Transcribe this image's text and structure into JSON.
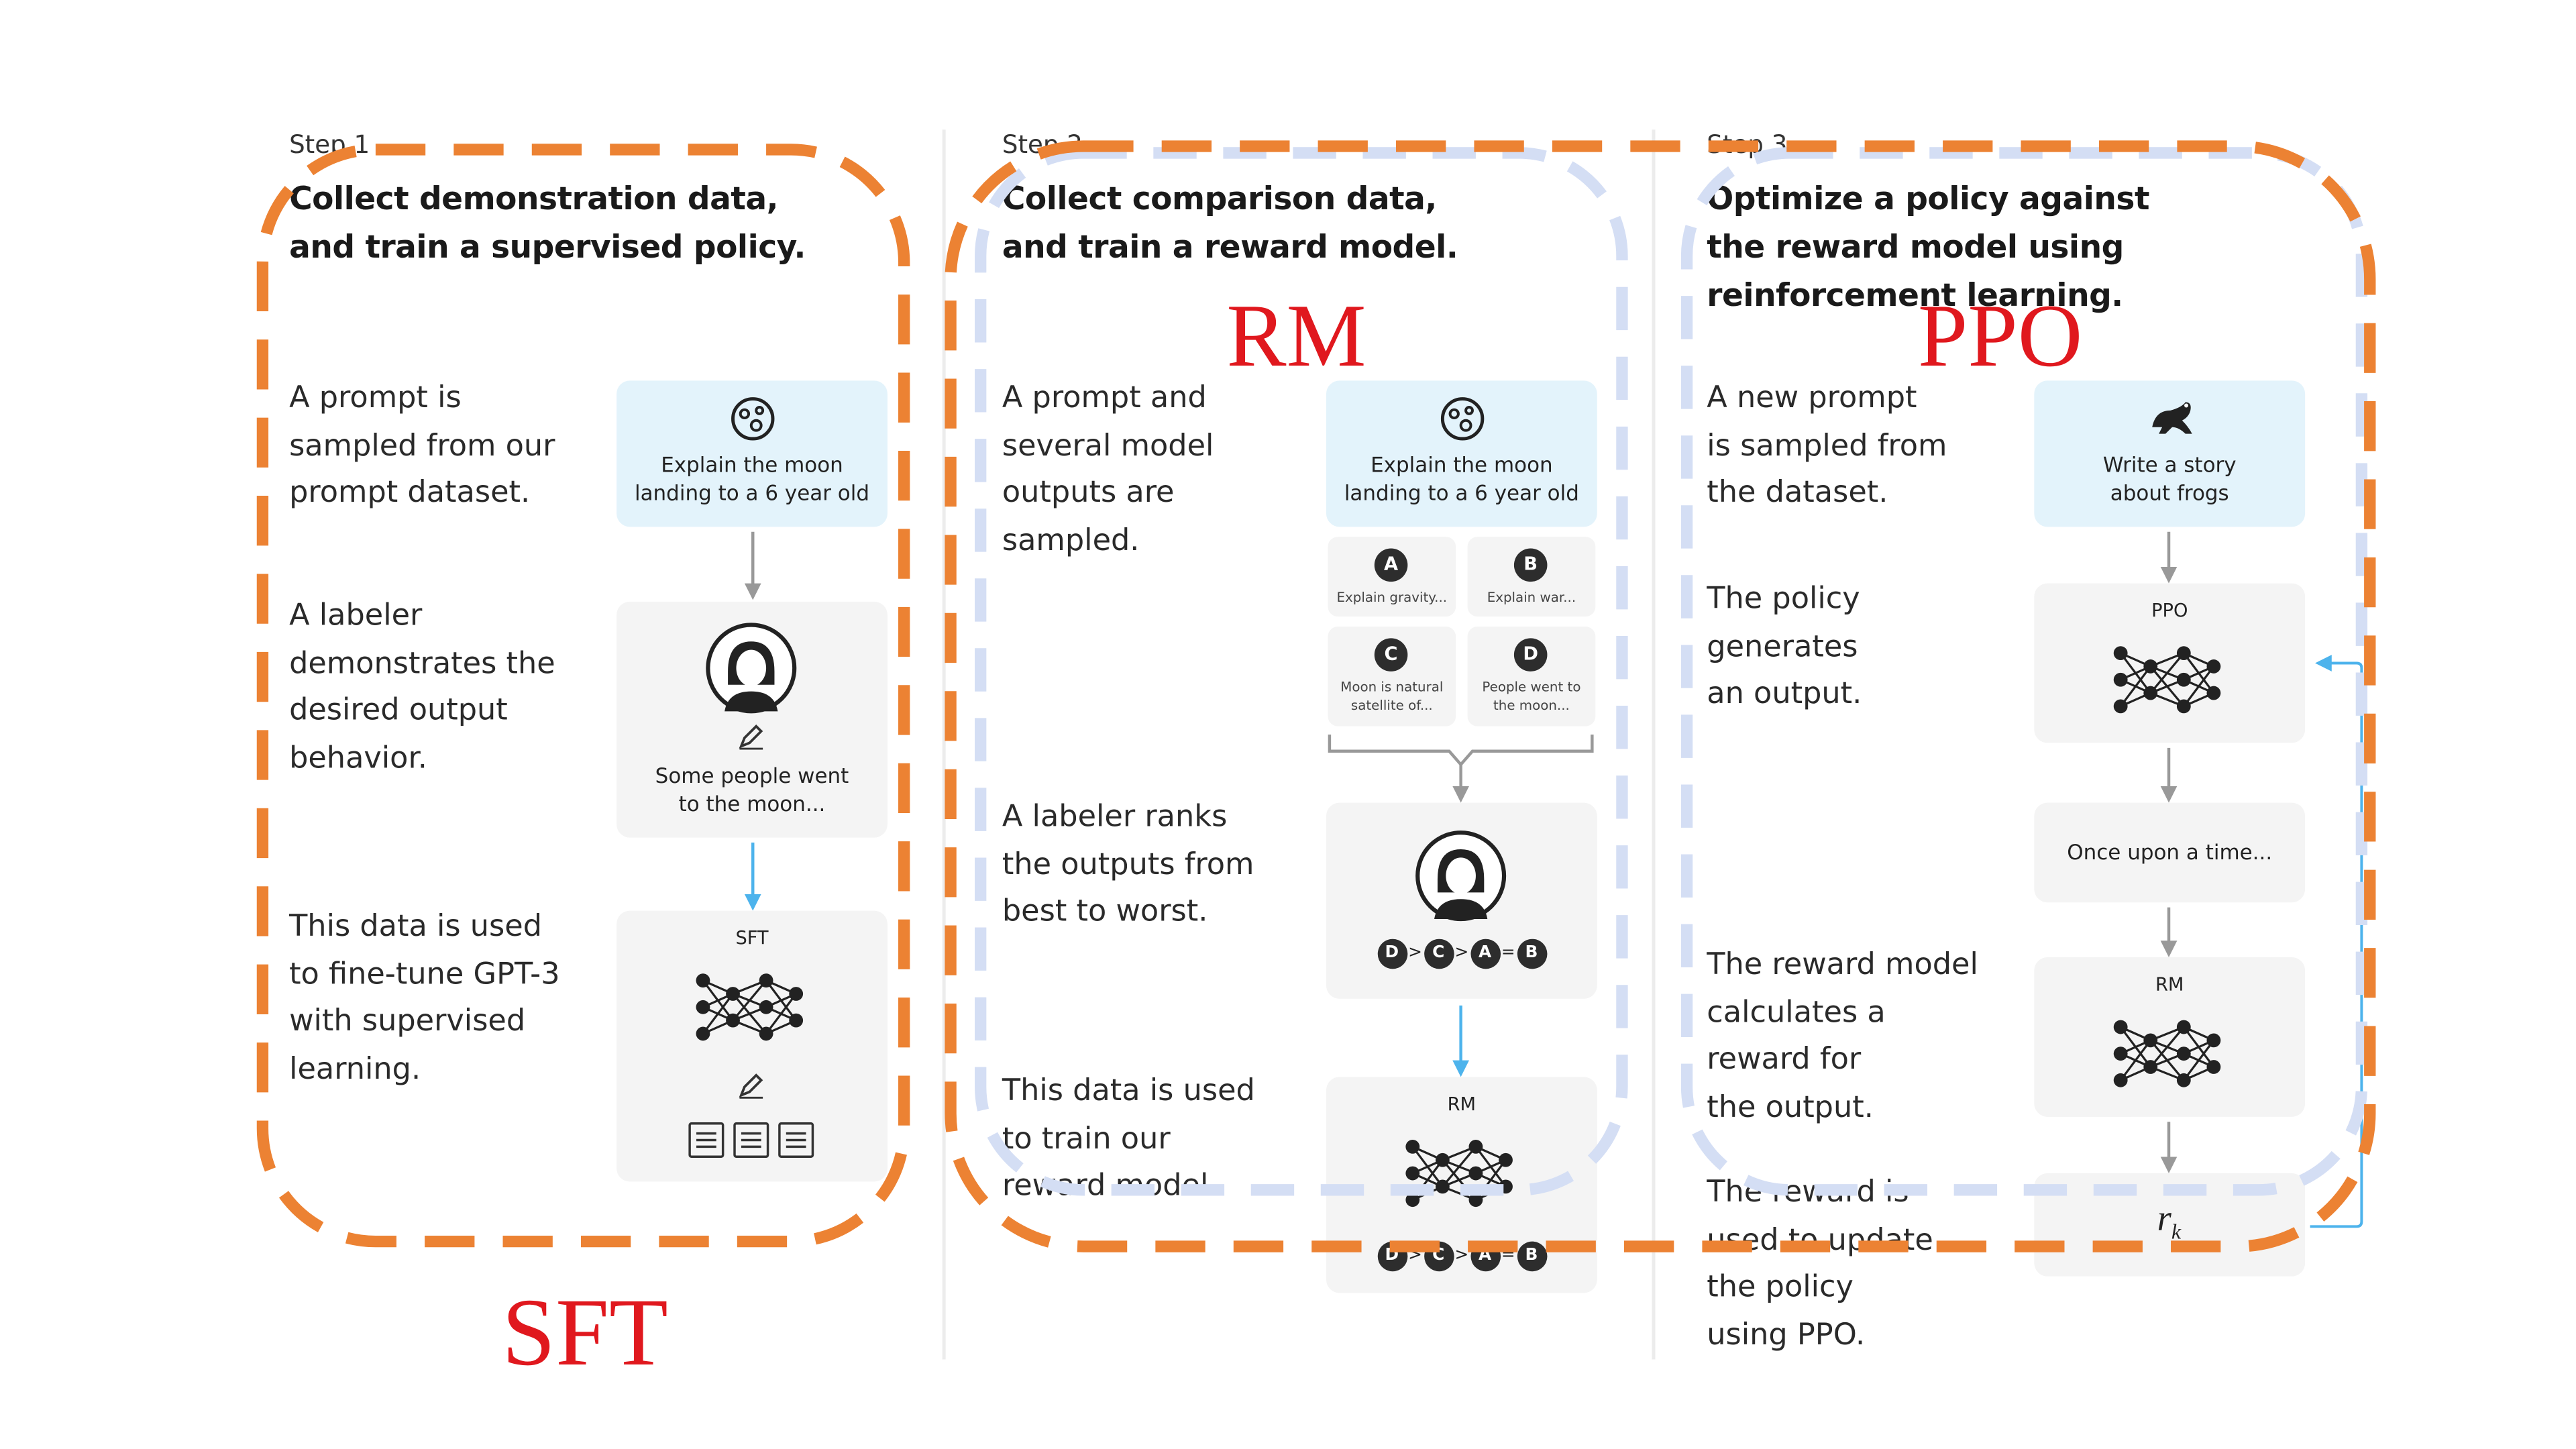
{
  "sft": {
    "step": "Step 1",
    "heading": [
      "Collect demonstration data,",
      "and train a supervised policy."
    ],
    "desc1": [
      "A prompt is",
      "sampled from our",
      "prompt dataset."
    ],
    "prompt_card": [
      "Explain the moon",
      "landing to a 6 year old"
    ],
    "desc2": [
      "A labeler",
      "demonstrates the",
      "desired output",
      "behavior."
    ],
    "demo_card": [
      "Some people went",
      "to the moon..."
    ],
    "desc3": [
      "This data is used",
      "to fine-tune GPT-3",
      "with supervised",
      "learning."
    ],
    "model_label": "SFT",
    "label": "SFT"
  },
  "rm": {
    "step": "Step 2",
    "heading": [
      "Collect comparison data,",
      "and train a reward model."
    ],
    "desc1": [
      "A prompt and",
      "several model",
      "outputs are",
      "sampled."
    ],
    "prompt_card": [
      "Explain the moon",
      "landing to a 6 year old"
    ],
    "outputs": [
      {
        "letter": "A",
        "text": [
          "Explain gravity..."
        ]
      },
      {
        "letter": "B",
        "text": [
          "Explain war..."
        ]
      },
      {
        "letter": "C",
        "text": [
          "Moon is natural",
          "satellite of..."
        ]
      },
      {
        "letter": "D",
        "text": [
          "People went to",
          "the moon..."
        ]
      }
    ],
    "desc2": [
      "A labeler ranks",
      "the outputs from",
      "best to worst."
    ],
    "ranking": [
      "D",
      ">",
      "C",
      ">",
      "A",
      "=",
      "B"
    ],
    "desc3": [
      "This data is used",
      "to train our",
      "reward model."
    ],
    "model_label": "RM",
    "label": "RM"
  },
  "ppo": {
    "step": "Step 3",
    "heading": [
      "Optimize a policy against",
      "the reward model using",
      "reinforcement learning."
    ],
    "desc1": [
      "A new prompt",
      "is sampled from",
      "the dataset."
    ],
    "prompt_card": [
      "Write a story",
      "about frogs"
    ],
    "desc2": [
      "The policy",
      "generates",
      "an output."
    ],
    "policy_label": "PPO",
    "output_text": "Once upon a time...",
    "desc3": [
      "The reward model",
      "calculates a",
      "reward for",
      "the output."
    ],
    "rm_label": "RM",
    "desc4": [
      "The reward is",
      "used to update",
      "the policy",
      "using PPO."
    ],
    "reward_symbol": "r",
    "reward_subscript": "k",
    "label": "PPO"
  },
  "colors": {
    "orange_dash": "#ec8233",
    "blue_dash": "#d4def4",
    "red_label": "#e0181e",
    "card_gray": "#f4f4f4",
    "card_blue": "#e3f3fb",
    "arrow_blue": "#4db3ec",
    "arrow_gray": "#999999"
  }
}
